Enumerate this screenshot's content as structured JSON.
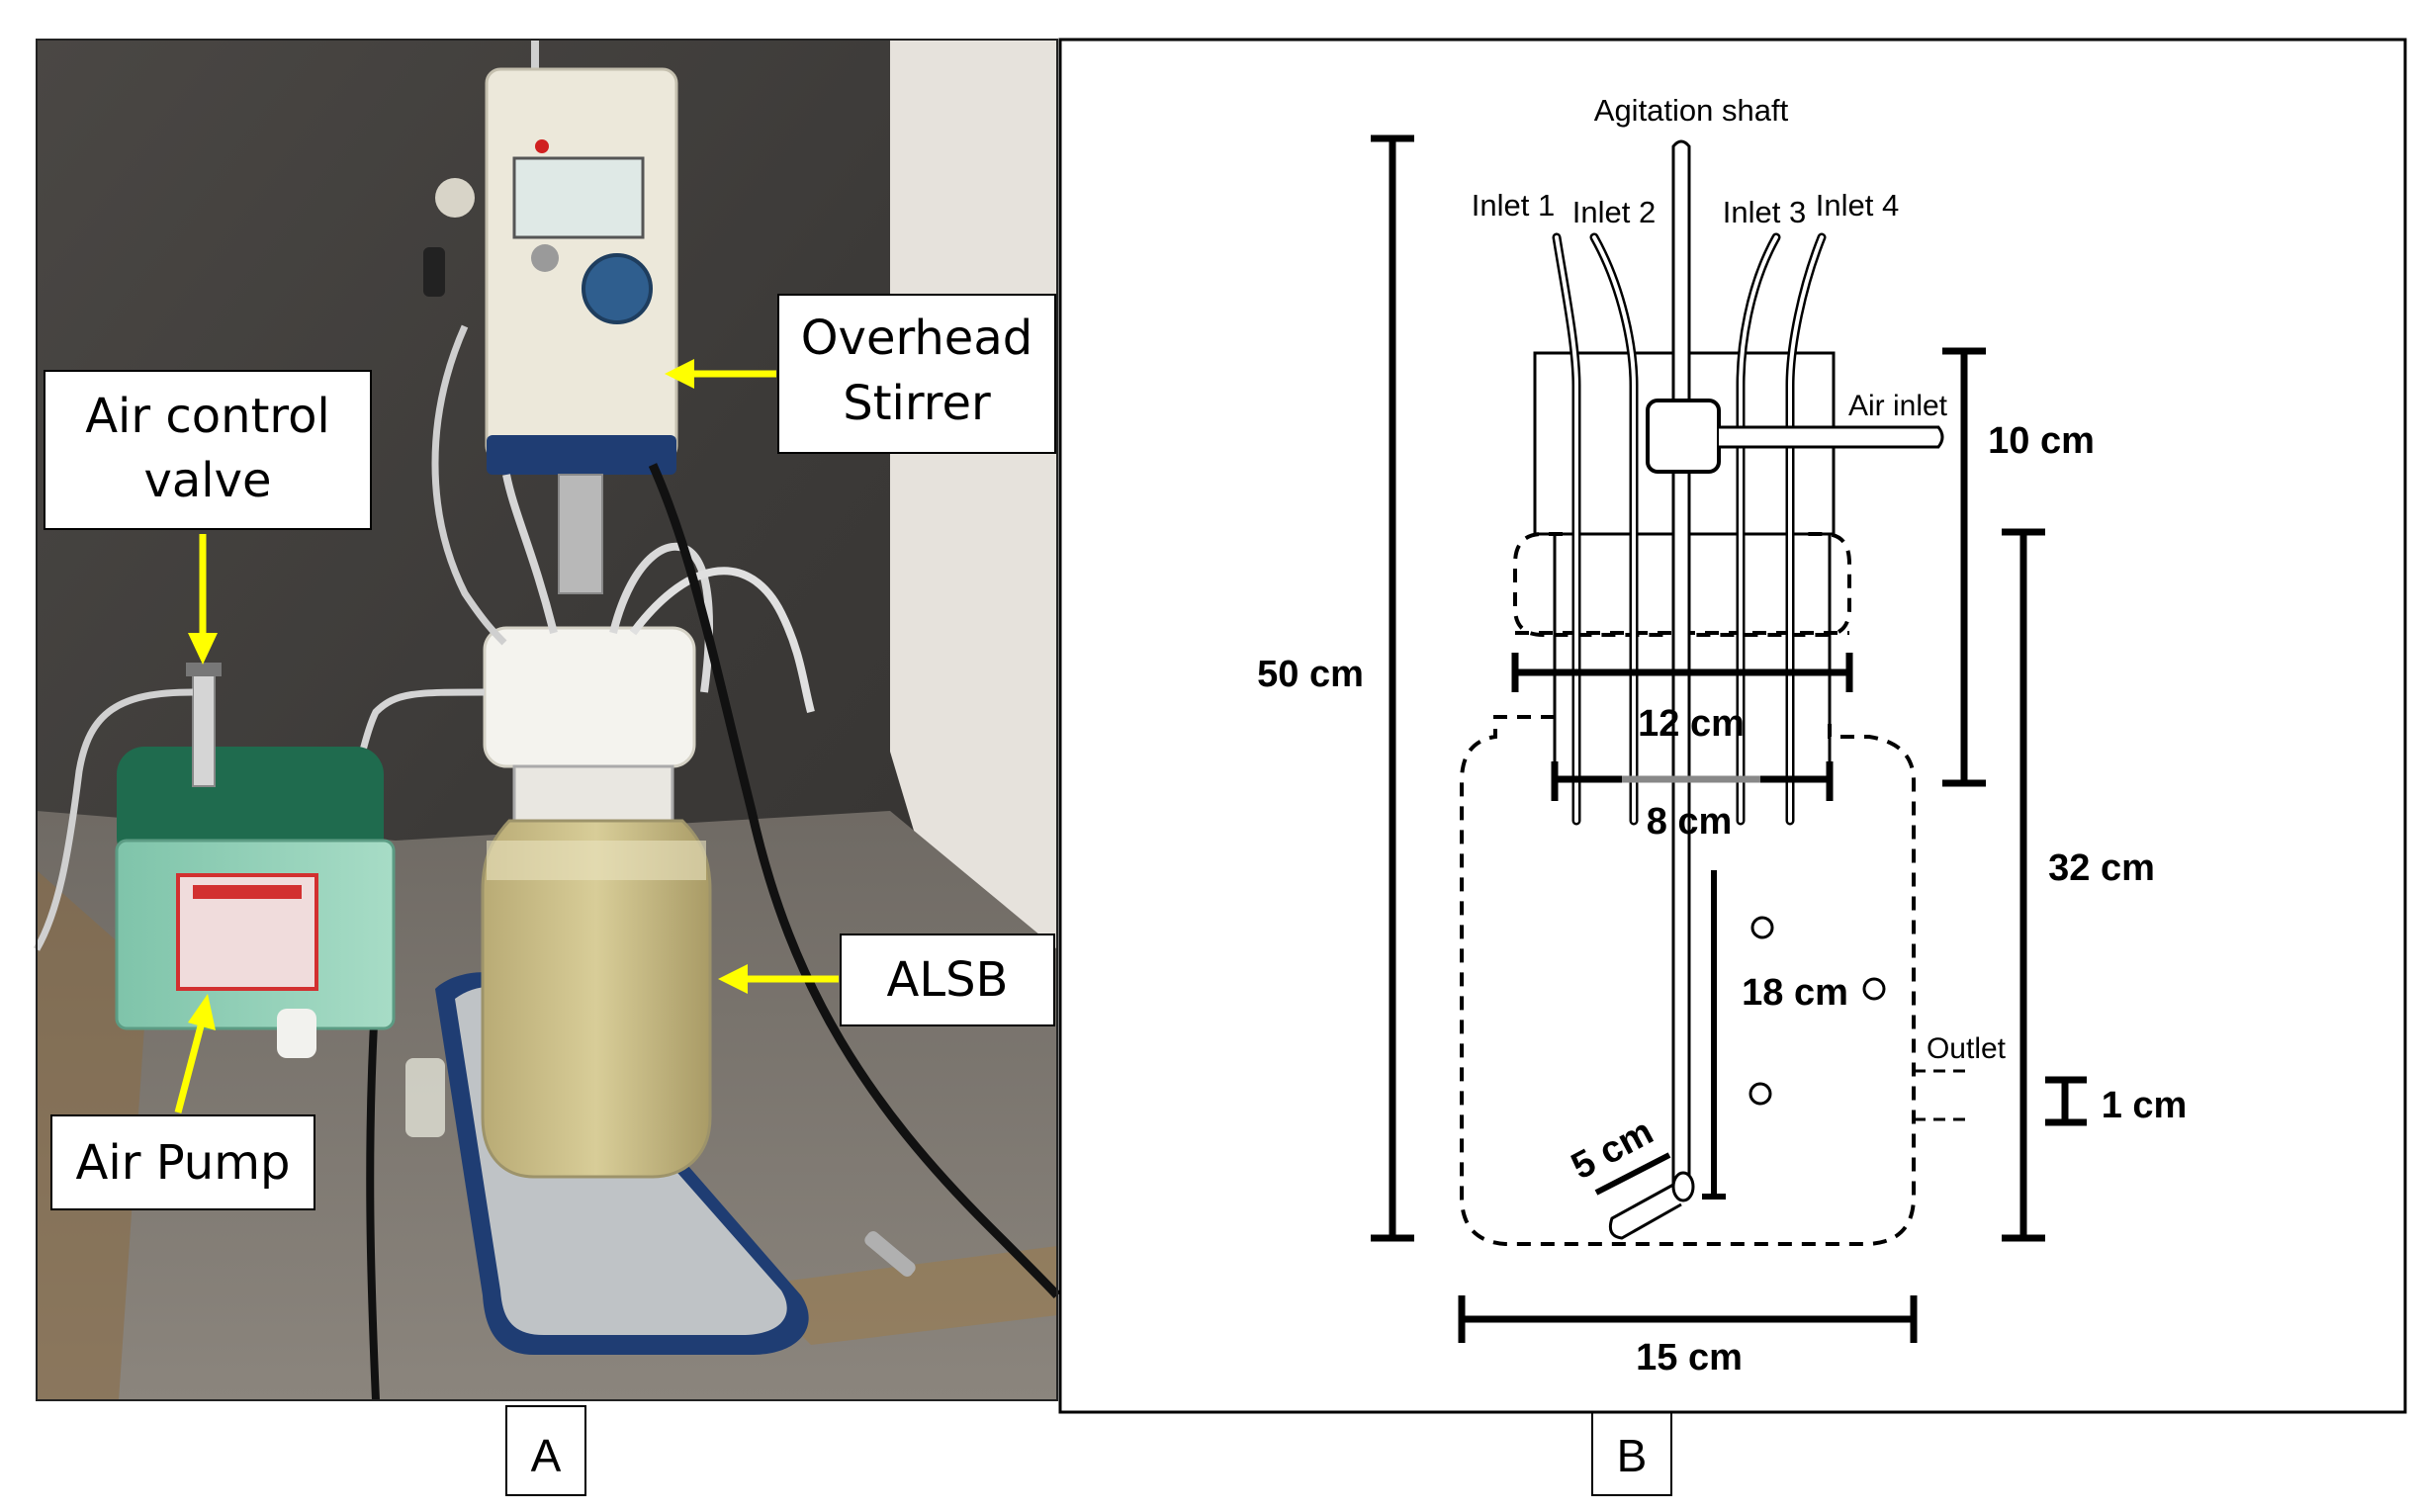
{
  "panel_a": {
    "tag": "A",
    "labels": {
      "overhead_stirrer_line1": "Overhead",
      "overhead_stirrer_line2": "Stirrer",
      "air_control_valve_line1": "Air control",
      "air_control_valve_line2": "valve",
      "alsb": "ALSB",
      "air_pump": "Air Pump"
    },
    "colors": {
      "arrow": "#ffff00",
      "callout_bg": "#ffffff"
    }
  },
  "panel_b": {
    "tag": "B",
    "labels": {
      "agitation_shaft": "Agitation shaft",
      "inlet_1": "Inlet 1",
      "inlet_2": "Inlet 2",
      "inlet_3": "Inlet 3",
      "inlet_4": "Inlet 4",
      "air_inlet": "Air inlet",
      "outlet": "Outlet"
    },
    "dimensions": {
      "total_height": "50 cm",
      "lid_height": "10 cm",
      "vessel_height": "32 cm",
      "neck_width": "12 cm",
      "inner_width": "8 cm",
      "shaft_length": "18 cm",
      "impeller_length": "5 cm",
      "outlet_size": "1 cm",
      "vessel_width": "15 cm"
    }
  }
}
